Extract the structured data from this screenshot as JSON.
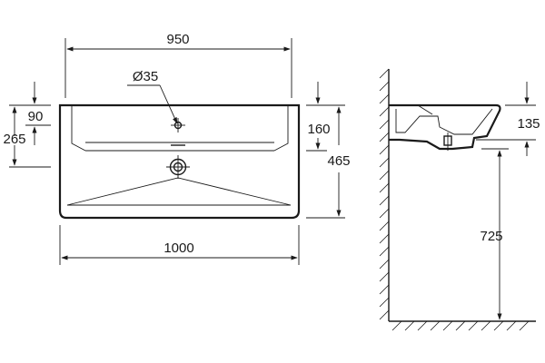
{
  "dimensions": {
    "top_width": "950",
    "hole_diameter": "Ø35",
    "left_inner": "90",
    "left_outer": "265",
    "basin_depth": "160",
    "overall_depth": "465",
    "overall_width": "1000",
    "side_height": "135",
    "mount_height": "725"
  }
}
